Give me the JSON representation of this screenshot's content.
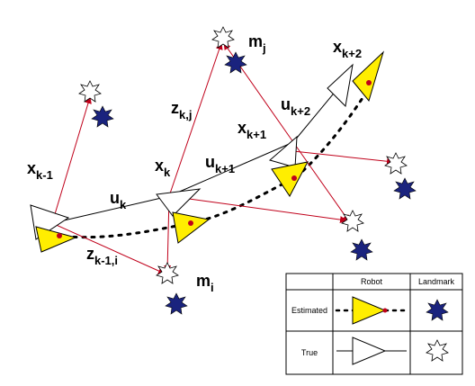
{
  "diagram": {
    "labels": {
      "x_km1": {
        "base": "x",
        "sub": "k-1"
      },
      "x_k": {
        "base": "x",
        "sub": "k"
      },
      "x_kp1": {
        "base": "x",
        "sub": "k+1"
      },
      "x_kp2": {
        "base": "x",
        "sub": "k+2"
      },
      "u_k": {
        "base": "u",
        "sub": "k"
      },
      "u_kp1": {
        "base": "u",
        "sub": "k+1"
      },
      "u_kp2": {
        "base": "u",
        "sub": "k+2"
      },
      "z_kj": {
        "base": "z",
        "sub": "k,j"
      },
      "z_km1i": {
        "base": "z",
        "sub": "k-1,i"
      },
      "m_j": {
        "base": "m",
        "sub": "j"
      },
      "m_i": {
        "base": "m",
        "sub": "i"
      }
    },
    "legend": {
      "col_robot": "Robot",
      "col_landmark": "Landmark",
      "row_estimated": "Estimated",
      "row_true": "True"
    },
    "colors": {
      "estimated_fill": "#ffee00",
      "landmark_estimated": "#1a237e",
      "observation_line": "#c0001a",
      "path_line": "#000000"
    }
  }
}
